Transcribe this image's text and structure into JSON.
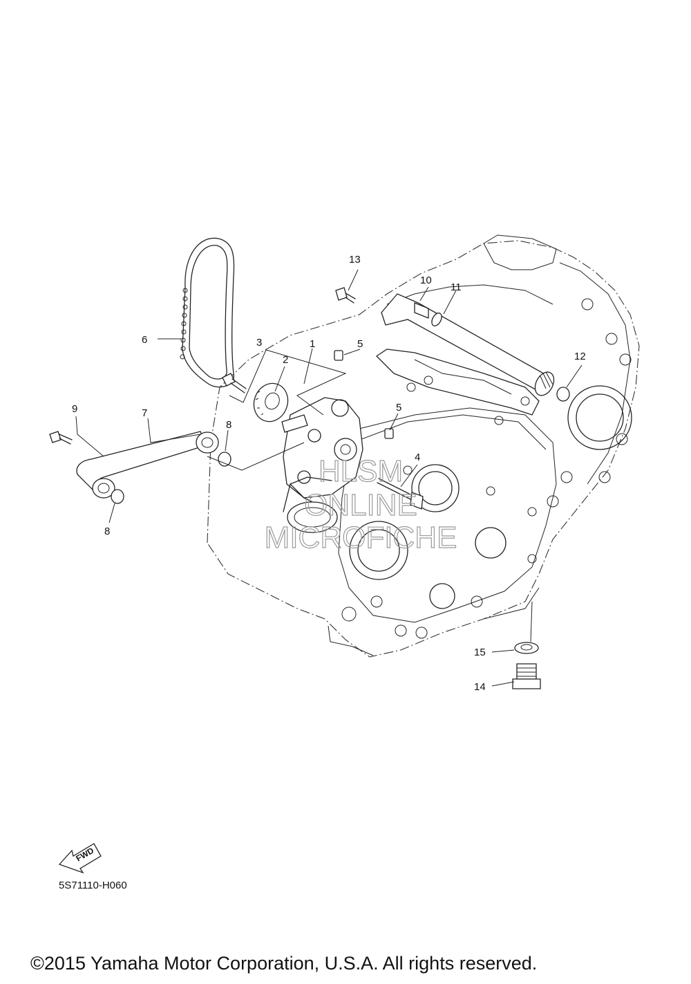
{
  "diagram": {
    "code": "5S71110-H060",
    "copyright": "©2015 Yamaha Motor Corporation, U.S.A. All rights reserved.",
    "fwd_label": "FWD",
    "watermark": [
      "HLSM",
      "ONLINE",
      "MICROFICHE"
    ],
    "callouts": [
      "1",
      "2",
      "3",
      "4",
      "5",
      "5",
      "6",
      "7",
      "8",
      "8",
      "9",
      "10",
      "11",
      "12",
      "13",
      "14",
      "15"
    ]
  }
}
